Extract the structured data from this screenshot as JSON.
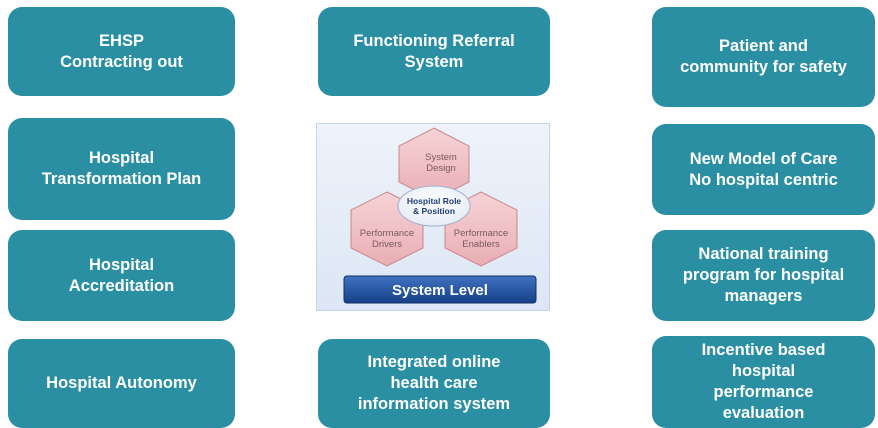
{
  "left_column": [
    {
      "lines": [
        "EHSP",
        "Contracting out"
      ]
    },
    {
      "lines": [
        "Hospital",
        "Transformation Plan"
      ]
    },
    {
      "lines": [
        "Hospital",
        "Accreditation"
      ]
    },
    {
      "lines": [
        "Hospital Autonomy"
      ]
    }
  ],
  "middle_column": [
    {
      "lines": [
        "Functioning Referral",
        "System"
      ]
    },
    {
      "lines": [
        "Integrated online",
        "health care",
        "information system"
      ]
    }
  ],
  "right_column": [
    {
      "lines": [
        "Patient and",
        "community for safety"
      ]
    },
    {
      "lines": [
        "New Model of Care",
        "No hospital centric"
      ]
    },
    {
      "lines": [
        "National training",
        "program for hospital",
        "managers"
      ]
    },
    {
      "lines": [
        "Incentive based",
        "hospital",
        "performance",
        "evaluation"
      ]
    }
  ],
  "center_figure": {
    "hex_top": [
      "System",
      "Design"
    ],
    "hex_left": [
      "Performance",
      "Drivers"
    ],
    "hex_right": [
      "Performance",
      "Enablers"
    ],
    "center_oval": [
      "Hospital Role",
      "& Position"
    ],
    "banner": "System Level"
  },
  "colors": {
    "tile": "#2a8fa2",
    "hexagon": "#f2c4c8",
    "banner": "#1e4f9e"
  }
}
